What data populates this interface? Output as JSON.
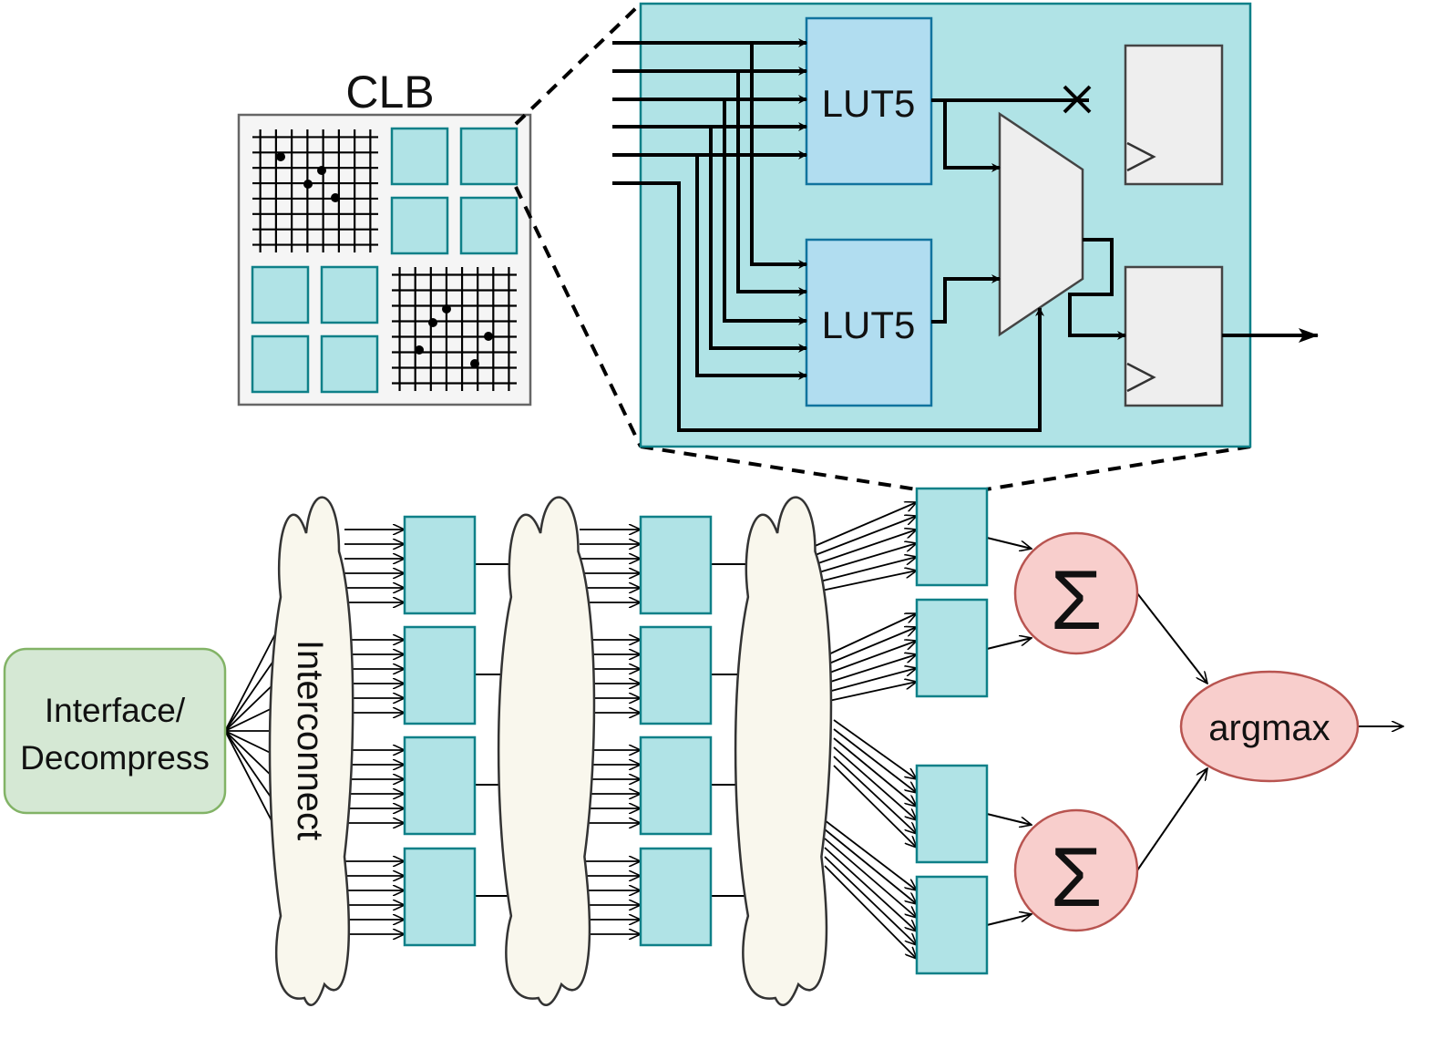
{
  "labels": {
    "clb": "CLB",
    "lut_top": "LUT5",
    "lut_bottom": "LUT5",
    "interface_line1": "Interface/",
    "interface_line2": "Decompress",
    "interconnect": "Interconnect",
    "sum_top": "Σ",
    "sum_bottom": "Σ",
    "argmax": "argmax"
  },
  "colors": {
    "clb_cell": "#b0e3e6",
    "clb_cell_stroke": "#0e8088",
    "lut": "#b1ddf0",
    "lut_stroke": "#10739e",
    "register": "#eeeeee",
    "clb_box": "#f5f5f5",
    "cloud": "#f9f7ed",
    "interface": "#d5e8d4",
    "interface_stroke": "#82b366",
    "sum": "#f8cecc",
    "sum_stroke": "#b85450"
  }
}
